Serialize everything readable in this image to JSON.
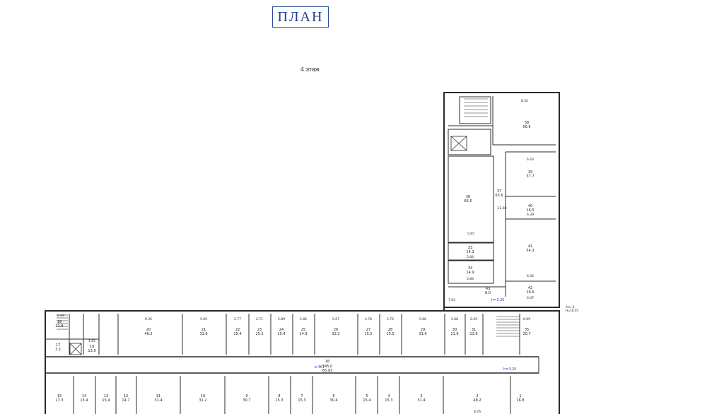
{
  "title": "ПЛАН",
  "floor_label": "4 этаж",
  "colors": {
    "wall": "#2a2a2a",
    "title_border": "#2a4c9c",
    "blue_annot": "#1f3fb0"
  },
  "markers": {
    "h_tower": "h=3.35",
    "h_corridor": "h=3.20",
    "elev_top": "Атс. 6\nН=18.55",
    "corridor_area": "16\n145.0",
    "corridor_len": "65.93",
    "corridor_blue": "в 467"
  },
  "tower_rooms": [
    {
      "no": "38",
      "area": "56.6",
      "dim": "8.32"
    },
    {
      "no": "36",
      "area": "66.5",
      "dim": "5.65"
    },
    {
      "no": "37",
      "area": "65.6",
      "dim": "22.68"
    },
    {
      "no": "39",
      "area": "37.7",
      "dim": "6.43"
    },
    {
      "no": "40",
      "area": "16.5",
      "dim": "6.39"
    },
    {
      "no": "41",
      "area": "54.3",
      "dim": "6.45"
    },
    {
      "no": "42",
      "area": "16.6",
      "dim": "6.47"
    },
    {
      "no": "33",
      "area": "14.3",
      "dim": "5.84"
    },
    {
      "no": "34",
      "area": "14.9",
      "dim": "5.84"
    },
    {
      "no": "43",
      "area": "8.0",
      "dim": "7.63"
    }
  ],
  "top_rooms": [
    {
      "no": "20",
      "area": "46.2",
      "dim": "9.35"
    },
    {
      "no": "21",
      "area": "31.6",
      "dim": "5.69"
    },
    {
      "no": "22",
      "area": "15.4",
      "dim": "2.77"
    },
    {
      "no": "23",
      "area": "15.2",
      "dim": "2.71"
    },
    {
      "no": "24",
      "area": "15.4",
      "dim": "2.89"
    },
    {
      "no": "25",
      "area": "14.9",
      "dim": "2.85"
    },
    {
      "no": "26",
      "area": "32.3",
      "dim": "5.67"
    },
    {
      "no": "27",
      "area": "15.5",
      "dim": "2.78"
    },
    {
      "no": "28",
      "area": "15.5",
      "dim": "2.72"
    },
    {
      "no": "29",
      "area": "31.6",
      "dim": "5.66"
    },
    {
      "no": "30",
      "area": "11.9",
      "dim": "2.08"
    },
    {
      "no": "31",
      "area": "13.6",
      "dim": "2.29"
    },
    {
      "no": "35",
      "area": "20.7",
      "dim": "6.69"
    }
  ],
  "bottom_rooms": [
    {
      "no": "15",
      "area": "17.3",
      "dim": ""
    },
    {
      "no": "14",
      "area": "15.4",
      "dim": ""
    },
    {
      "no": "13",
      "area": "15.4",
      "dim": ""
    },
    {
      "no": "12",
      "area": "14.7",
      "dim": ""
    },
    {
      "no": "11",
      "area": "31.4",
      "dim": ""
    },
    {
      "no": "10",
      "area": "31.2",
      "dim": ""
    },
    {
      "no": "9",
      "area": "30.7",
      "dim": ""
    },
    {
      "no": "8",
      "area": "15.3",
      "dim": ""
    },
    {
      "no": "7",
      "area": "15.3",
      "dim": ""
    },
    {
      "no": "6",
      "area": "30.4",
      "dim": ""
    },
    {
      "no": "5",
      "area": "15.4",
      "dim": ""
    },
    {
      "no": "4",
      "area": "15.3",
      "dim": ""
    },
    {
      "no": "3",
      "area": "31.4",
      "dim": ""
    },
    {
      "no": "2",
      "area": "48.2",
      "dim": "8.76"
    },
    {
      "no": "1",
      "area": "16.8",
      "dim": ""
    }
  ],
  "left_block": [
    {
      "no": "18",
      "area": "21.9",
      "dim": "6.69"
    },
    {
      "no": "17",
      "area": "3.2",
      "dim": ""
    },
    {
      "no": "19",
      "area": "13.9",
      "dim": "1.65"
    }
  ]
}
